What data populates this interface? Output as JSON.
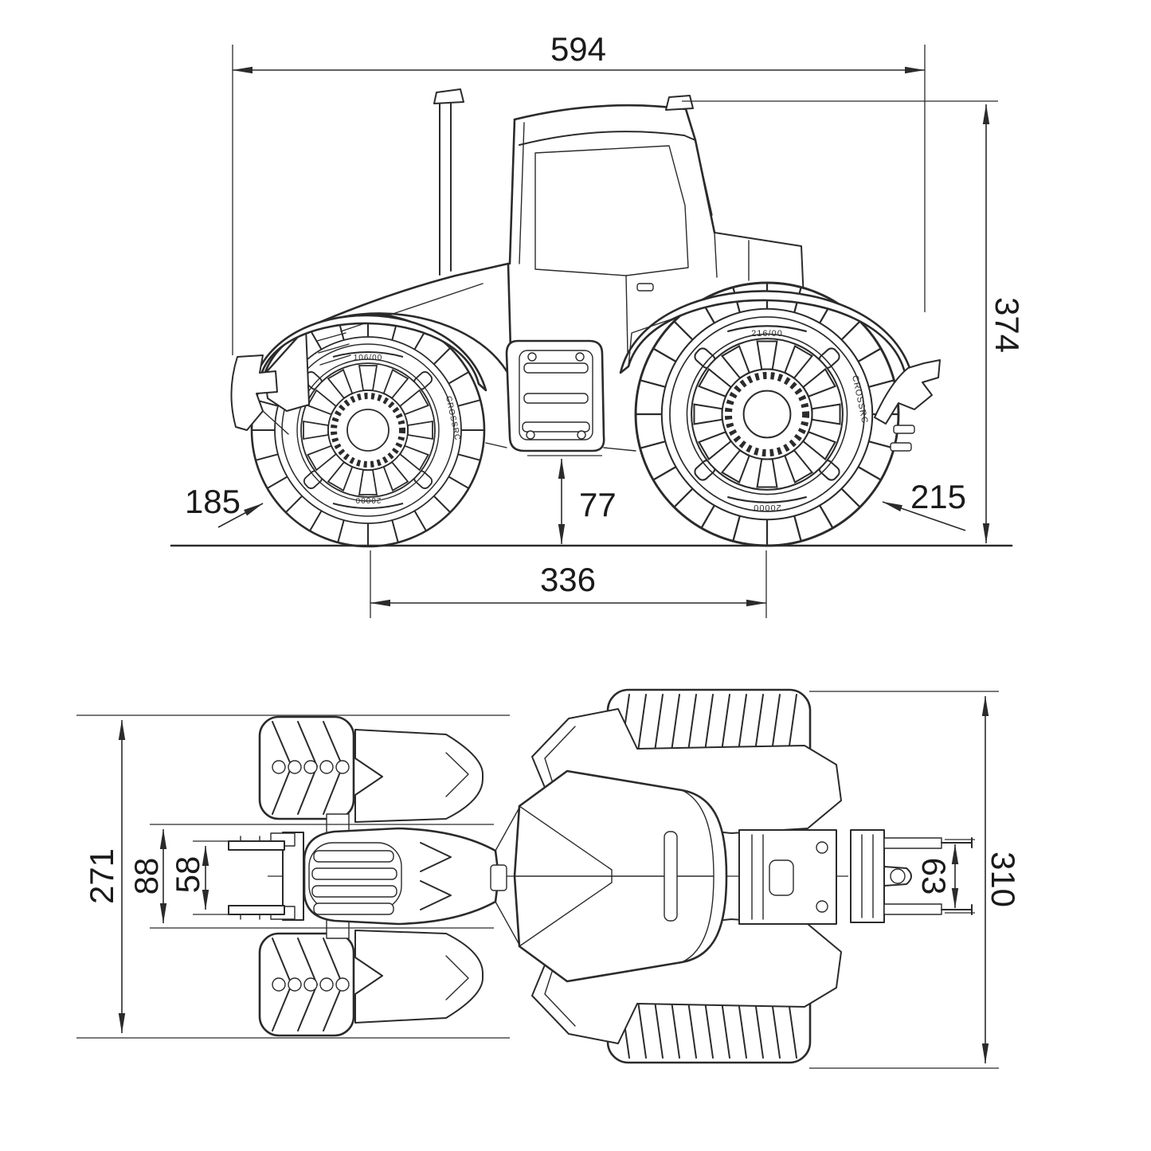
{
  "palette": {
    "line": "#2b2b2b",
    "text": "#1a1a1a",
    "background": "#ffffff"
  },
  "side_view": {
    "dimensions": {
      "overall_length": "594",
      "overall_height": "374",
      "front_tire_diameter": "185",
      "rear_tire_diameter": "215",
      "ground_clearance": "77",
      "wheelbase": "336"
    },
    "tire_markings": {
      "front_size": "106/00",
      "rear_size": "216/00",
      "load_code": "20000",
      "brand": "CROSSRC"
    }
  },
  "top_view": {
    "dimensions": {
      "front_overall_width": "271",
      "front_hitch_outer_width": "88",
      "front_hitch_inner_width": "58",
      "rear_hitch_width": "63",
      "rear_overall_width": "310"
    }
  }
}
